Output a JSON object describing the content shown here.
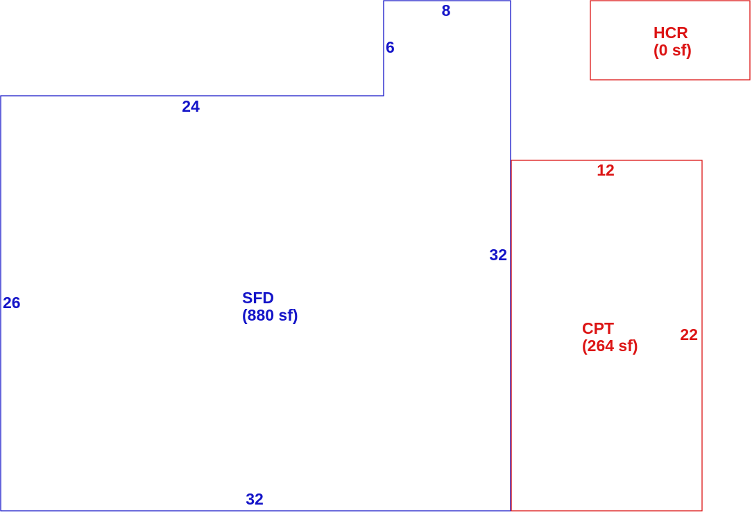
{
  "colors": {
    "living_area": "#1414c8",
    "other_area": "#dc1414",
    "background": "#ffffff"
  },
  "areas": {
    "sfd": {
      "name": "SFD",
      "area_label": "(880 sf)",
      "dimensions": {
        "top_bump": "8",
        "bump_side": "6",
        "top_left": "24",
        "left": "26",
        "right": "32",
        "bottom": "32"
      }
    },
    "cpt": {
      "name": "CPT",
      "area_label": "(264 sf)",
      "dimensions": {
        "top": "12",
        "right": "22"
      }
    },
    "hcr": {
      "name": "HCR",
      "area_label": "(0 sf)"
    }
  }
}
